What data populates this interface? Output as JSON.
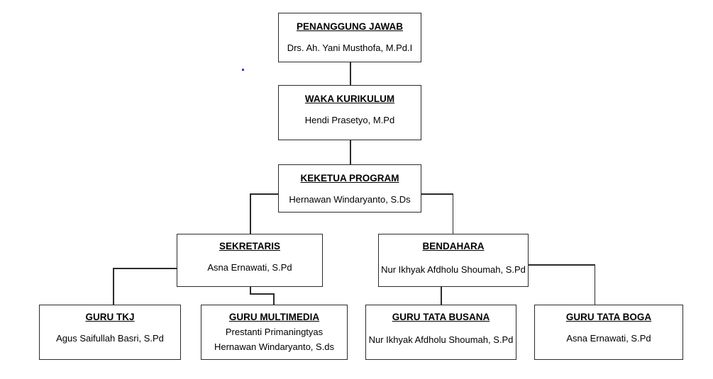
{
  "diagram": {
    "title_role": "organizational-structure-chart",
    "nodes": [
      {
        "id": "penanggung-jawab",
        "title": "PENANGGUNG JAWAB",
        "names": [
          "Drs. Ah. Yani Musthofa, M.Pd.I"
        ],
        "bold_name": false
      },
      {
        "id": "waka-kurikulum",
        "title": "WAKA KURIKULUM",
        "names": [
          "Hendi Prasetyo, M.Pd"
        ],
        "bold_name": false
      },
      {
        "id": "keketua-program",
        "title": "KEKETUA PROGRAM",
        "names": [
          "Hernawan Windaryanto, S.Ds"
        ],
        "bold_name": false
      },
      {
        "id": "sekretaris",
        "title": "SEKRETARIS",
        "names": [
          "Asna Ernawati,  S.Pd"
        ],
        "bold_name": false
      },
      {
        "id": "bendahara",
        "title": "BENDAHARA",
        "names": [
          "Nur Ikhyak Afdholu Shoumah, S.Pd"
        ],
        "bold_name": false
      },
      {
        "id": "guru-tkj",
        "title": "GURU TKJ",
        "names": [
          "Agus Saifullah Basri, S.Pd"
        ],
        "bold_name": false
      },
      {
        "id": "guru-multimedia",
        "title": "GURU MULTIMEDIA",
        "names": [
          "Prestanti Primaningtyas",
          "Hernawan Windaryanto, S.ds"
        ],
        "bold_name": false
      },
      {
        "id": "guru-tata-busana",
        "title": "GURU TATA BUSANA",
        "names": [
          "Nur Ikhyak Afdholu Shoumah, S.Pd"
        ],
        "bold_name": true
      },
      {
        "id": "guru-tata-boga",
        "title": "GURU TATA BOGA",
        "names": [
          "Asna Ernawati, S.Pd"
        ],
        "bold_name": false
      }
    ],
    "colors": {
      "border": "#2b2b2b",
      "background": "#ffffff",
      "text": "#000000",
      "artifact_dot": "#3b3bc8"
    }
  }
}
